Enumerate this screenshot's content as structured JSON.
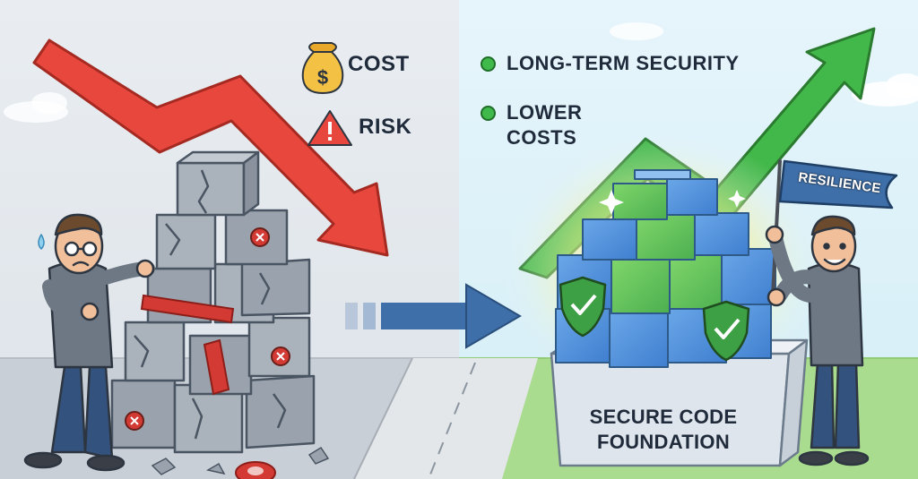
{
  "before": {
    "labels": [
      {
        "icon": "money-bag-icon",
        "text": "COST"
      },
      {
        "icon": "warning-icon",
        "text": "RISK"
      }
    ]
  },
  "after": {
    "benefits": [
      {
        "icon": "check-dot-icon",
        "text": "LONG-TERM SECURITY"
      },
      {
        "icon": "check-dot-icon",
        "text": "LOWER COSTS"
      }
    ],
    "flag_text": "RESILIENCE",
    "foundation_text": "SECURE CODE FOUNDATION"
  },
  "colors": {
    "declining_arrow": "#e8473e",
    "rising_arrow": "#43b84a",
    "transition_arrow": "#3e6fa8",
    "benefit_dot": "#3fb94a",
    "left_sky": "#e4e9ee",
    "right_sky": "#dff1f8"
  }
}
